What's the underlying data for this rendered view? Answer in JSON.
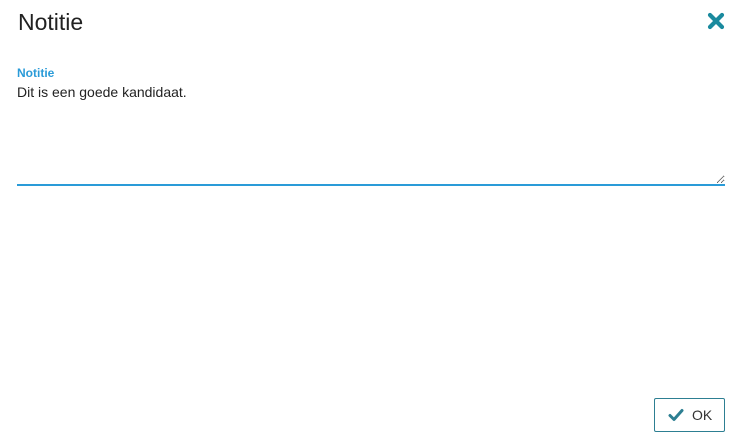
{
  "dialog": {
    "title": "Notitie",
    "close_icon": "close-icon"
  },
  "note_field": {
    "label": "Notitie",
    "value": "Dit is een goede kandidaat."
  },
  "footer": {
    "ok_label": "OK",
    "ok_icon": "check-icon"
  },
  "colors": {
    "accent": "#2a9bd8",
    "icon_teal": "#1a8a9e",
    "button_border": "#2d7f92"
  }
}
